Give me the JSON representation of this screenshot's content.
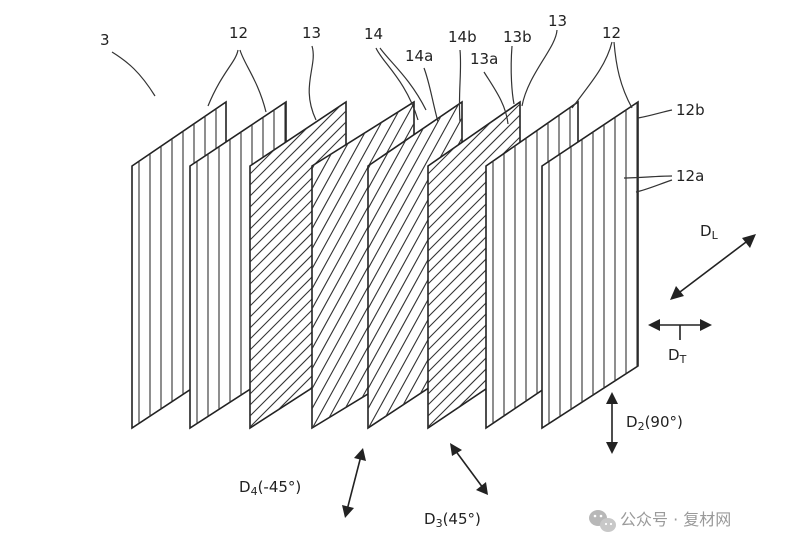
{
  "figure": {
    "assembly_ref": "3",
    "plate_labels": {
      "outer_ply": "12",
      "middle_ply": "13",
      "center_ply": "14",
      "sub_14a": "14a",
      "sub_14b": "14b",
      "sub_13a": "13a",
      "sub_13b": "13b",
      "sub_12a": "12a",
      "sub_12b": "12b"
    },
    "directions": {
      "longitudinal": {
        "main": "D",
        "sub": "L"
      },
      "transverse": {
        "main": "D",
        "sub": "T"
      },
      "d2": {
        "main": "D",
        "sub": "2",
        "suffix": "(90°)"
      },
      "d3": {
        "main": "D",
        "sub": "3",
        "suffix": "(45°)"
      },
      "d4": {
        "main": "D",
        "sub": "4",
        "suffix": "(-45°)"
      }
    },
    "plates": [
      {
        "id": "12",
        "fiber_angle": 90
      },
      {
        "id": "12",
        "fiber_angle": 90
      },
      {
        "id": "13",
        "fiber_angle": 45
      },
      {
        "id": "14",
        "fiber_angle": -45
      },
      {
        "id": "14",
        "fiber_angle": -45
      },
      {
        "id": "13",
        "fiber_angle": 45
      },
      {
        "id": "12",
        "fiber_angle": 90
      },
      {
        "id": "12",
        "fiber_angle": 90
      }
    ]
  },
  "watermark": {
    "text": "公众号 · 复材网",
    "icon": "wechat-icon"
  }
}
